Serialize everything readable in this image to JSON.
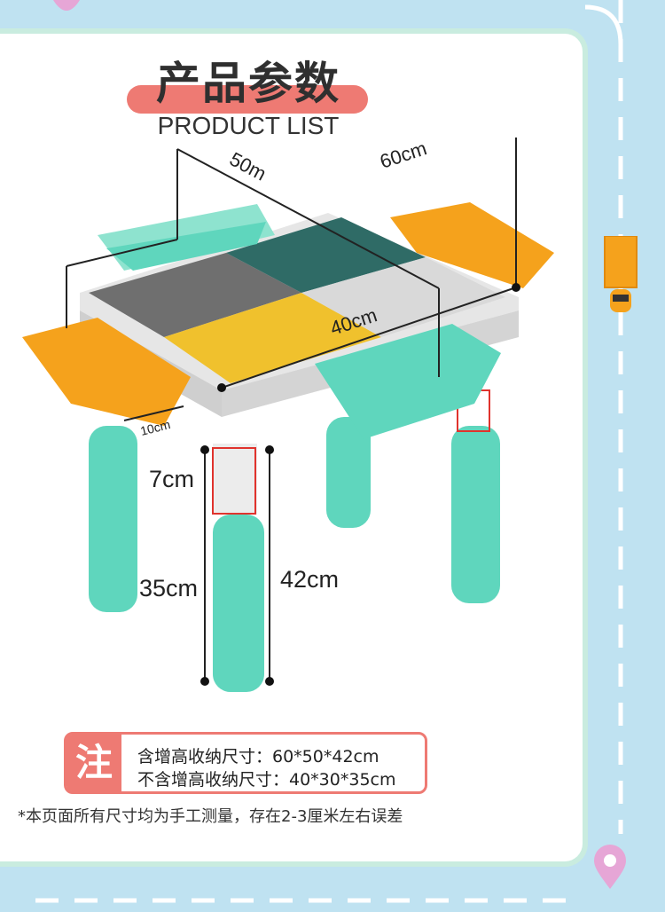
{
  "header": {
    "title": "产品参数",
    "subtitle": "PRODUCT LIST"
  },
  "dimensions": {
    "width_label": "60cm",
    "depth_label": "50m",
    "top_label": "40cm",
    "box_label": "10cm",
    "riser_label": "7cm",
    "leg_label": "35cm",
    "total_label": "42cm"
  },
  "note": {
    "badge": "注",
    "line1": "含增高收纳尺寸：60*50*42cm",
    "line2": "不含增高收纳尺寸：40*30*35cm"
  },
  "footnote": "*本页面所有尺寸均为手工测量，存在2-3厘米左右误差",
  "colors": {
    "accent": "#ee7a73",
    "mint": "#5fd6bd",
    "orange": "#f5a21c",
    "dark_green": "#2f6b66",
    "yellow": "#f0c12d",
    "gray": "#6f6f6f",
    "light_gray": "#d9d9d9",
    "road": "#bfe2f1"
  }
}
